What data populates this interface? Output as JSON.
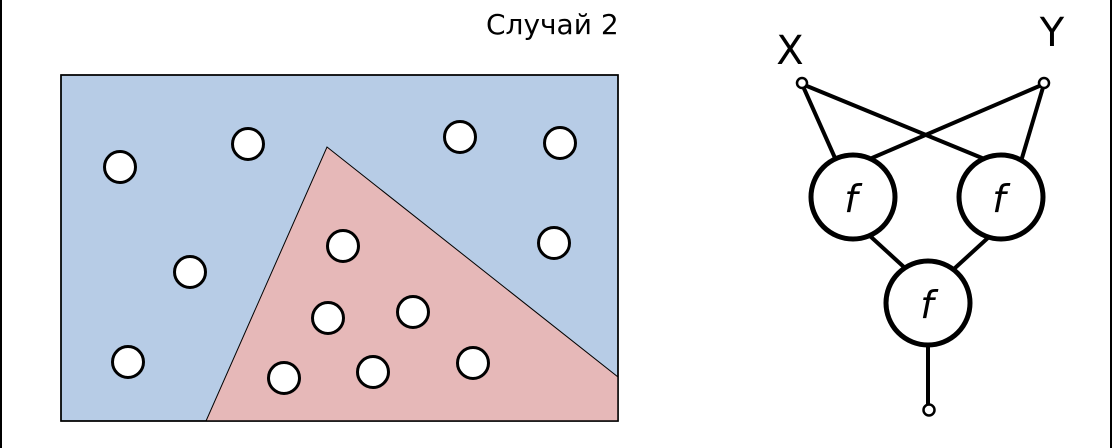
{
  "title": "Случай 2",
  "colors": {
    "region_outer": "#b7cce6",
    "region_inner": "#e6b8b8",
    "points": "#ffffff",
    "stroke": "#000000"
  },
  "network": {
    "input_x_label": "X",
    "input_y_label": "Y",
    "node_label": "f"
  }
}
